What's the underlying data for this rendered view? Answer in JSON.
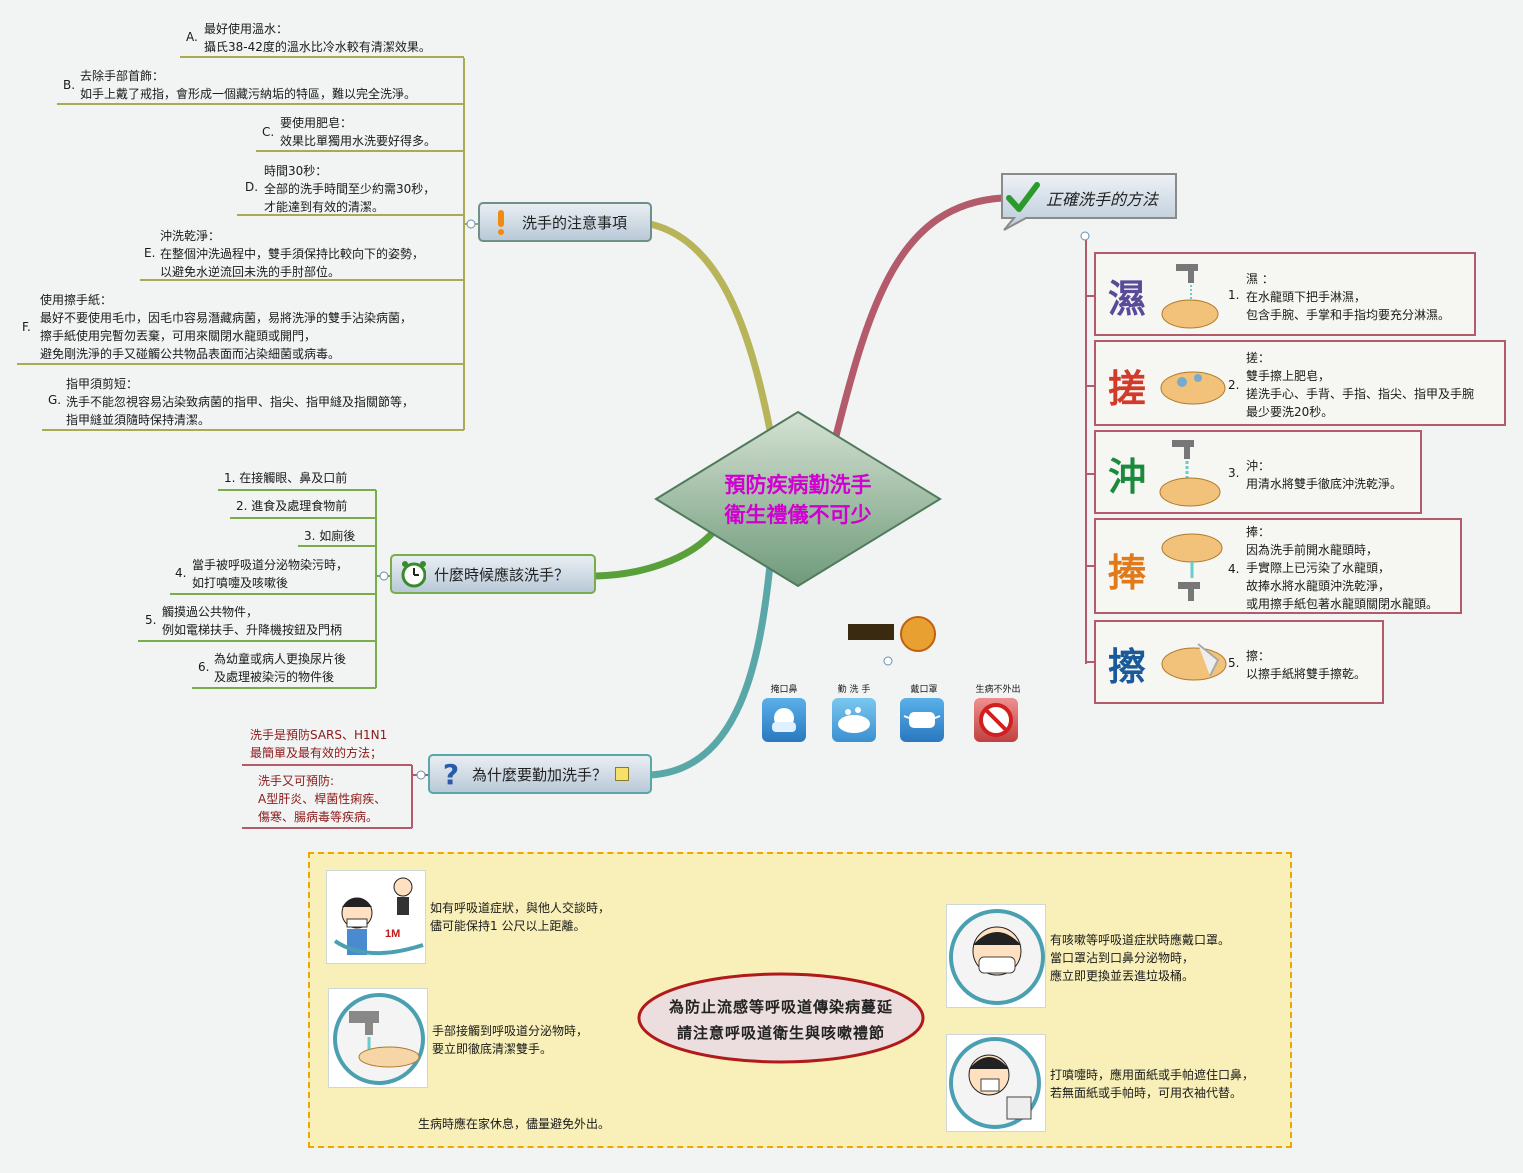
{
  "center": {
    "line1": "預防疾病勤洗手",
    "line2": "衛生禮儀不可少"
  },
  "topics": {
    "notes": "洗手的注意事項",
    "when": "什麼時候應該洗手？",
    "why": "為什麼要勤加洗手？",
    "method": "正確洗手的方法"
  },
  "notes": [
    {
      "letter": "A.",
      "lines": [
        "最好使用溫水：",
        "攝氏38-42度的溫水比冷水較有清潔效果。"
      ]
    },
    {
      "letter": "B.",
      "lines": [
        "去除手部首飾：",
        "如手上戴了戒指，會形成一個藏污納垢的特區，難以完全洗淨。"
      ]
    },
    {
      "letter": "C.",
      "lines": [
        "要使用肥皂：",
        "效果比單獨用水洗要好得多。"
      ]
    },
    {
      "letter": "D.",
      "lines": [
        "時間30秒：",
        "全部的洗手時間至少約需30秒，",
        "才能達到有效的清潔。"
      ]
    },
    {
      "letter": "E.",
      "lines": [
        "沖洗乾淨：",
        "在整個沖洗過程中，雙手須保持比較向下的姿勢，",
        "以避免水逆流回未洗的手肘部位。"
      ]
    },
    {
      "letter": "F.",
      "lines": [
        "使用擦手紙：",
        "最好不要使用毛巾，因毛巾容易潛藏病菌，易將洗淨的雙手沾染病菌，",
        "擦手紙使用完暫勿丟棄，可用來關閉水龍頭或開門，",
        "避免剛洗淨的手又碰觸公共物品表面而沾染細菌或病毒。"
      ]
    },
    {
      "letter": "G.",
      "lines": [
        "指甲須剪短：",
        "洗手不能忽視容易沾染致病菌的指甲、指尖、指甲縫及指關節等，",
        "指甲縫並須隨時保持清潔。"
      ]
    }
  ],
  "when_items": [
    {
      "num": "1.",
      "lines": [
        "在接觸眼、鼻及口前"
      ]
    },
    {
      "num": "2.",
      "lines": [
        "進食及處理食物前"
      ]
    },
    {
      "num": "3.",
      "lines": [
        "如廁後"
      ]
    },
    {
      "num": "4.",
      "lines": [
        "當手被呼吸道分泌物染污時，",
        "如打噴嚏及咳嗽後"
      ]
    },
    {
      "num": "5.",
      "lines": [
        "觸摸過公共物件，",
        "例如電梯扶手、升降機按鈕及門柄"
      ]
    },
    {
      "num": "6.",
      "lines": [
        "為幼童或病人更換尿片後",
        "及處理被染污的物件後"
      ]
    }
  ],
  "why_items": [
    {
      "lines": [
        "洗手是預防SARS、H1N1",
        "最簡單及最有效的方法；"
      ]
    },
    {
      "lines": [
        "洗手又可預防:",
        "A型肝炎、桿菌性痢疾、",
        "傷寒、腸病毒等疾病。"
      ]
    }
  ],
  "steps": [
    {
      "char": "濕",
      "color": "#5a4a9a",
      "num": "1.",
      "lines": [
        "濕 ：",
        "在水龍頭下把手淋濕，",
        "包含手腕、手掌和手指均要充分淋濕。"
      ]
    },
    {
      "char": "搓",
      "color": "#d23a2a",
      "num": "2.",
      "lines": [
        "搓：",
        "雙手擦上肥皂，",
        "搓洗手心、手背、手指、指尖、指甲及手腕",
        "最少要洗20秒。"
      ]
    },
    {
      "char": "沖",
      "color": "#1c8a3c",
      "num": "3.",
      "lines": [
        "沖：",
        "用清水將雙手徹底沖洗乾淨。"
      ]
    },
    {
      "char": "捧",
      "color": "#e07a1a",
      "num": "4.",
      "lines": [
        "捧：",
        "因為洗手前開水龍頭時，",
        "手實際上已污染了水龍頭，",
        "故捧水將水龍頭沖洗乾淨，",
        "或用擦手紙包著水龍頭關閉水龍頭。"
      ]
    },
    {
      "char": "擦",
      "color": "#1a5a9a",
      "num": "5.",
      "lines": [
        "擦：",
        "以擦手紙將雙手擦乾。"
      ]
    }
  ],
  "icons": [
    {
      "label": "掩口鼻",
      "name": "cover-mouth-icon"
    },
    {
      "label": "勤 洗 手",
      "name": "wash-hands-icon"
    },
    {
      "label": "戴口罩",
      "name": "wear-mask-icon"
    },
    {
      "label": "生病不外出",
      "name": "stay-home-icon"
    }
  ],
  "bottom": {
    "center_line1": "為防止流感等呼吸道傳染病蔓延",
    "center_line2": "請注意呼吸道衛生與咳嗽禮節",
    "left": [
      {
        "lines": [
          "如有呼吸道症狀，與他人交談時，",
          "儘可能保持1 公尺以上距離。"
        ]
      },
      {
        "lines": [
          "手部接觸到呼吸道分泌物時，",
          "要立即徹底清潔雙手。"
        ]
      },
      {
        "lines": [
          "生病時應在家休息，儘量避免外出。"
        ]
      }
    ],
    "right": [
      {
        "lines": [
          "有咳嗽等呼吸道症狀時應戴口罩。",
          "當口罩沾到口鼻分泌物時，",
          "應立即更換並丟進垃圾桶。"
        ]
      },
      {
        "lines": [
          "打噴嚏時，應用面紙或手帕遮住口鼻，",
          "若無面紙或手帕時，可用衣袖代替。"
        ]
      }
    ],
    "distance_label": "1M"
  }
}
